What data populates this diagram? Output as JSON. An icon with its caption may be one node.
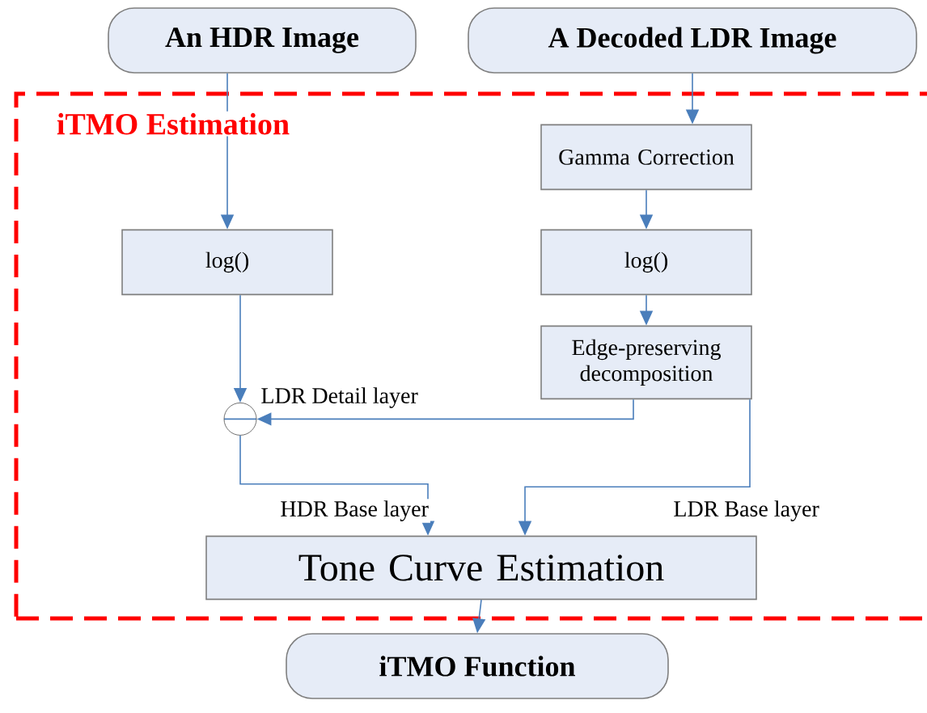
{
  "diagram": {
    "nodes": [
      {
        "text": [
          "An HDR Image"
        ]
      },
      {
        "text": [
          "A Decoded LDR Image"
        ]
      },
      {
        "text": [
          "iTMO Estimation"
        ]
      },
      {
        "text": [
          "Gamma Correction"
        ],
        "in": 2
      },
      {
        "text": [
          "log()"
        ],
        "in": 2
      },
      {
        "text": [
          "log()"
        ],
        "in": 2
      },
      {
        "text": [
          "Edge-preserving decomposition"
        ],
        "in": 2
      },
      {
        "text": [],
        "shape": "circle",
        "in": 2
      },
      {
        "text": [
          "Tone Curve Estimation"
        ],
        "in": 2
      },
      {
        "text": [
          "iTMO Function"
        ]
      }
    ],
    "edges": [
      {
        "from": 0,
        "to": 4,
        "arrow": "to"
      },
      {
        "from": 1,
        "to": 3,
        "arrow": "to"
      },
      {
        "from": 3,
        "to": 5,
        "arrow": "to"
      },
      {
        "from": 5,
        "to": 6,
        "arrow": "to"
      },
      {
        "from": 4,
        "to": 7,
        "arrow": "to"
      },
      {
        "from": 6,
        "to": 7,
        "arrow": "to",
        "label": "LDR Detail layer"
      },
      {
        "from": 7,
        "to": 8,
        "arrow": "to",
        "label": "HDR Base layer"
      },
      {
        "from": 6,
        "to": 8,
        "arrow": "to",
        "label": "LDR Base layer"
      },
      {
        "from": 8,
        "to": 9,
        "arrow": "to"
      }
    ]
  }
}
